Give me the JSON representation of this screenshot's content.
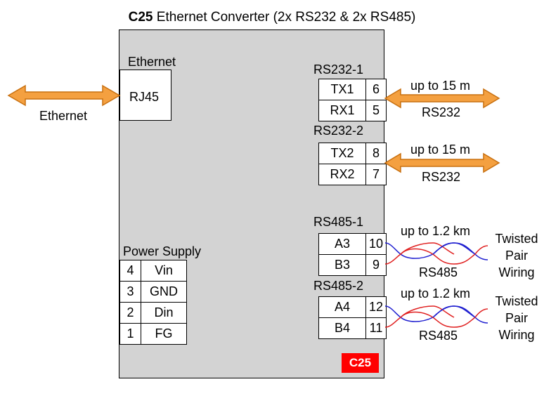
{
  "title": {
    "bold": "C25",
    "rest": " Ethernet Converter (2x RS232 & 2x RS485)"
  },
  "device_badge": "C25",
  "ethernet": {
    "port_label": "Ethernet",
    "connector": "RJ45",
    "cable_label": "Ethernet"
  },
  "rs232": [
    {
      "name": "RS232-1",
      "pins": [
        {
          "signal": "TX1",
          "pin": "6"
        },
        {
          "signal": "RX1",
          "pin": "5"
        }
      ],
      "distance": "up to 15 m",
      "cable": "RS232"
    },
    {
      "name": "RS232-2",
      "pins": [
        {
          "signal": "TX2",
          "pin": "8"
        },
        {
          "signal": "RX2",
          "pin": "7"
        }
      ],
      "distance": "up to 15 m",
      "cable": "RS232"
    }
  ],
  "rs485": [
    {
      "name": "RS485-1",
      "pins": [
        {
          "signal": "A3",
          "pin": "10"
        },
        {
          "signal": "B3",
          "pin": "9"
        }
      ],
      "distance": "up to 1.2 km",
      "cable": "RS485",
      "wiring": [
        "Twisted",
        "Pair",
        "Wiring"
      ]
    },
    {
      "name": "RS485-2",
      "pins": [
        {
          "signal": "A4",
          "pin": "12"
        },
        {
          "signal": "B4",
          "pin": "11"
        }
      ],
      "distance": "up to 1.2 km",
      "cable": "RS485",
      "wiring": [
        "Twisted",
        "Pair",
        "Wiring"
      ]
    }
  ],
  "power": {
    "label": "Power Supply",
    "pins": [
      {
        "pin": "4",
        "signal": "Vin"
      },
      {
        "pin": "3",
        "signal": "GND"
      },
      {
        "pin": "2",
        "signal": "Din"
      },
      {
        "pin": "1",
        "signal": "FG"
      }
    ]
  },
  "colors": {
    "arrow_fill": "#f4a040",
    "arrow_stroke": "#c87010",
    "twisted_a": "#e02020",
    "twisted_b": "#2020d0",
    "badge": "#ff0000",
    "housing": "#d3d3d3"
  }
}
